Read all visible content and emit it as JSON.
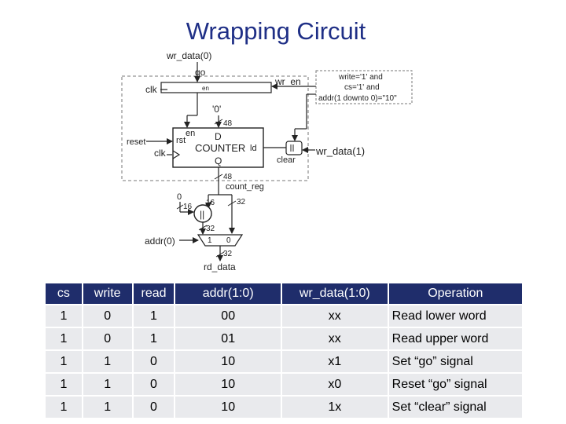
{
  "title": "Wrapping Circuit",
  "circuit": {
    "wr_data_0": "wr_data(0)",
    "go": "go",
    "clk_top": "clk",
    "en_small": "en",
    "wr_en": "wr_en",
    "condition": [
      "write='1' and",
      "cs='1' and",
      "addr(1 downto 0)=\"10\""
    ],
    "zero_const": "'0'",
    "w48_top": "48",
    "reset": "reset",
    "en": "en",
    "rst": "rst",
    "d": "D",
    "counter": "COUNTER",
    "ld": "ld",
    "clk_counter": "clk",
    "q": "Q",
    "clear": "clear",
    "wr_data_1": "wr_data(1)",
    "w48_bottom": "48",
    "count_reg": "count_reg",
    "zero_in": "0",
    "w16_left": "16",
    "w16_right": "16",
    "w32_right": "32",
    "concat": "||",
    "w32_mid": "32",
    "mux_one": "1",
    "mux_zero": "0",
    "addr_0": "addr(0)",
    "w32_out": "32",
    "rd_data": "rd_data"
  },
  "table": {
    "headers": [
      "cs",
      "write",
      "read",
      "addr(1:0)",
      "wr_data(1:0)",
      "Operation"
    ],
    "rows": [
      [
        "1",
        "0",
        "1",
        "00",
        "xx",
        "Read lower word"
      ],
      [
        "1",
        "0",
        "1",
        "01",
        "xx",
        "Read upper word"
      ],
      [
        "1",
        "1",
        "0",
        "10",
        "x1",
        "Set “go” signal"
      ],
      [
        "1",
        "1",
        "0",
        "10",
        "x0",
        "Reset “go” signal"
      ],
      [
        "1",
        "1",
        "0",
        "10",
        "1x",
        "Set “clear” signal"
      ]
    ]
  }
}
